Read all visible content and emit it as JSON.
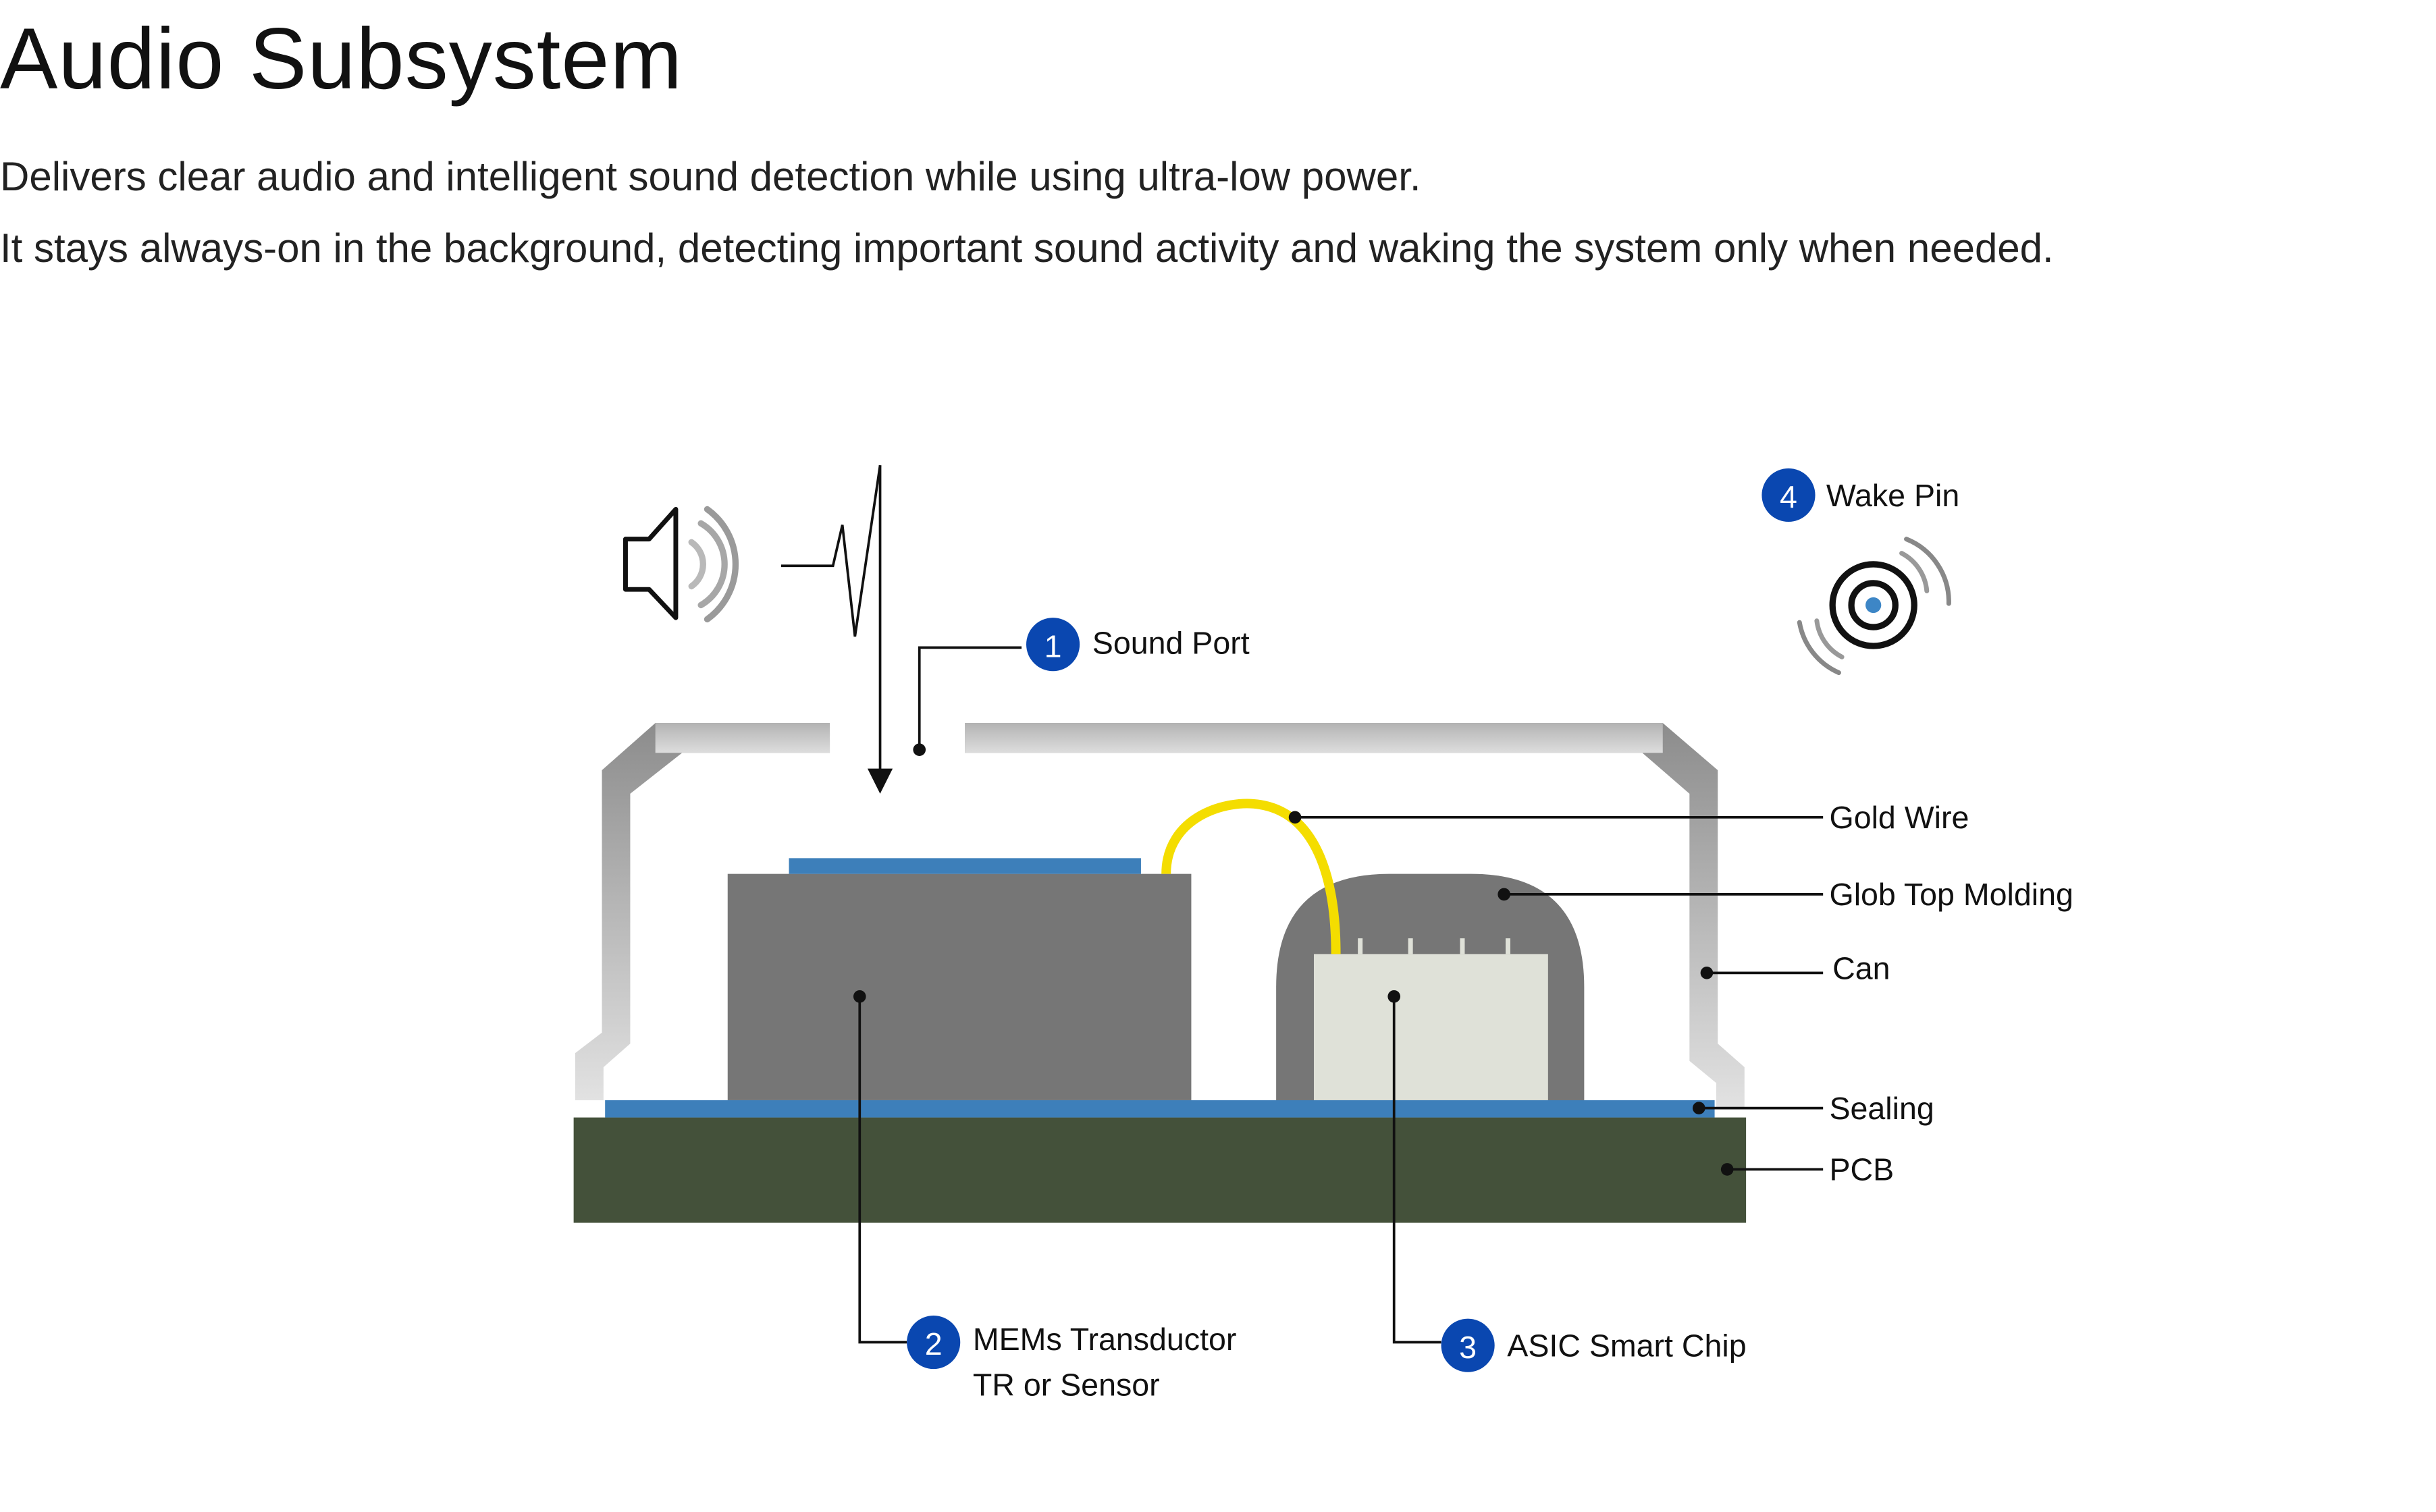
{
  "header": {
    "title": "Audio Subsystem",
    "description_line_1": "Delivers clear audio and intelligent sound detection while using ultra-low power.",
    "description_line_2": "It stays always-on in the background, detecting important sound activity and waking the system only when needed."
  },
  "diagram": {
    "numbered_callouts": [
      {
        "number": "1",
        "label": "Sound Port"
      },
      {
        "number": "2",
        "label_line_1": "MEMs Transductor",
        "label_line_2": "TR or Sensor"
      },
      {
        "number": "3",
        "label": "ASIC Smart Chip"
      },
      {
        "number": "4",
        "label": "Wake Pin"
      }
    ],
    "side_labels": [
      "Gold Wire",
      "Glob Top Molding",
      "Can",
      "Sealing",
      "PCB"
    ],
    "icons": [
      "speaker-icon",
      "sound-wave-icon",
      "wake-signal-icon"
    ],
    "colors": {
      "badge": "#0a47b0",
      "pcb": "#44513a",
      "sealing": "#3d7fba",
      "transducer": "#767676",
      "asic": "#dfe1d8",
      "gold_wire": "#f4dd00",
      "wake_dot": "#3d86c6"
    }
  }
}
